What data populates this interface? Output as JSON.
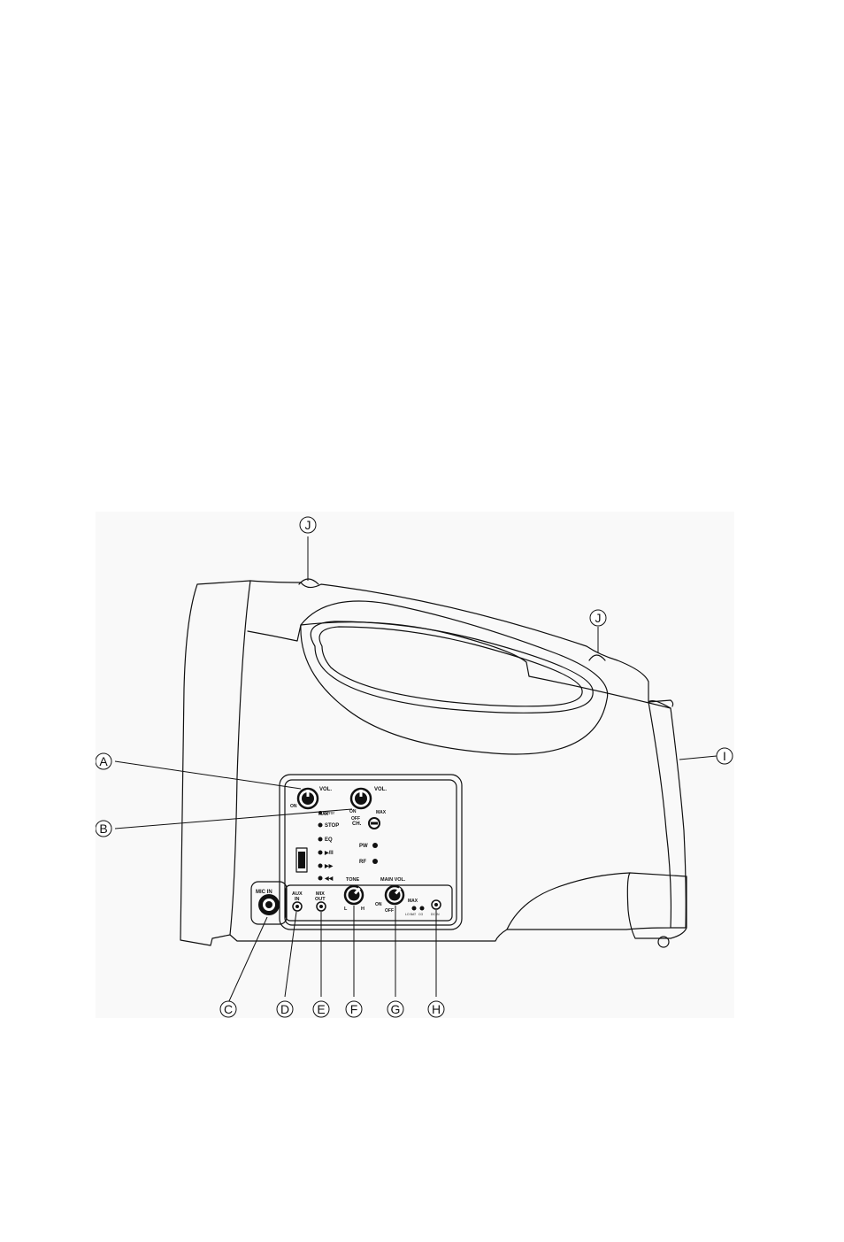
{
  "callouts": {
    "A": "A",
    "B": "B",
    "C": "C",
    "D": "D",
    "E": "E",
    "F": "F",
    "G": "G",
    "H": "H",
    "I": "I",
    "J": "J"
  },
  "panel": {
    "vol_label": "VOL.",
    "on_label": "ON",
    "off_label": "OFF",
    "max_label": "MAX",
    "error_label": "Error",
    "stop_label": "STOP",
    "eq_label": "EQ",
    "play_pause_label": "▶/II",
    "ff_label": "▶▶",
    "rew_label": "◀◀",
    "ch_label": "CH.",
    "pw_label": "PW",
    "rf_label": "RF",
    "mic_in_label": "MIC IN",
    "aux_in_label": [
      "AUX",
      "IN"
    ],
    "mix_out_label": [
      "MIX",
      "OUT"
    ],
    "tone_label": "TONE",
    "tone_l_label": "L",
    "tone_h_label": "H",
    "main_vol_label": "MAIN VOL.",
    "lo_bat_label": "LO BAT",
    "cg_label": "CG",
    "dc_in_label": "DC IN"
  },
  "colors": {
    "line": "#111111",
    "figure_background": "#f9f9f9"
  }
}
